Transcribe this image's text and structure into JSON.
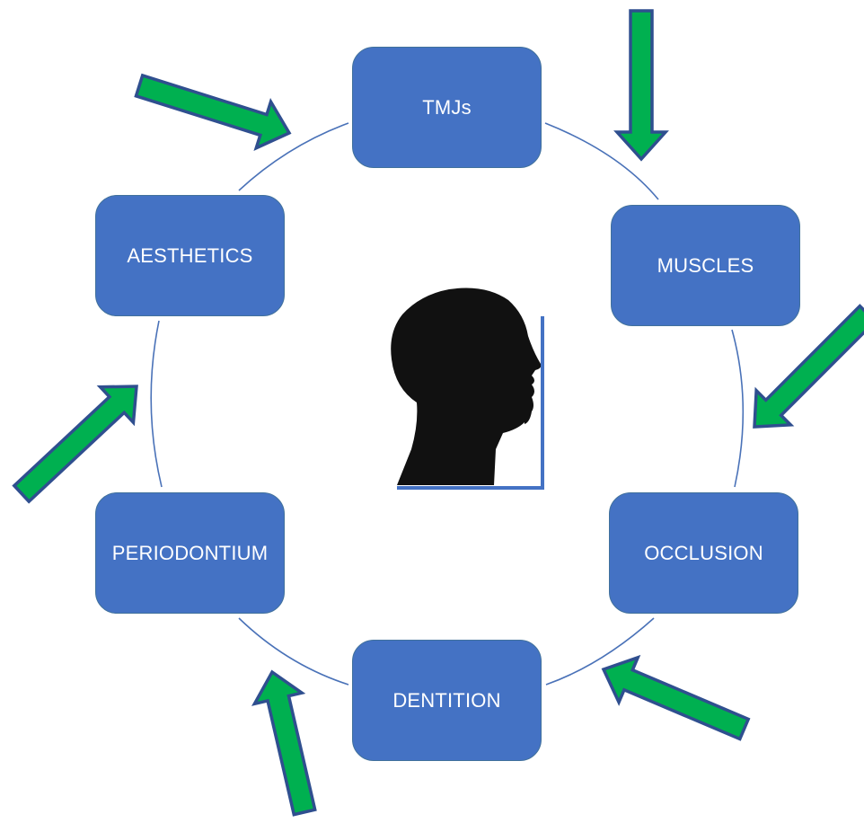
{
  "colors": {
    "node_fill": "#4472c4",
    "node_text": "#ffffff",
    "ring_line": "#4a72b8",
    "arrow_fill": "#00b050",
    "arrow_stroke": "#2f4f8f",
    "silhouette": "#111111",
    "profile_frame": "#4472c4"
  },
  "nodes": {
    "tmjs": {
      "label": "TMJs"
    },
    "muscles": {
      "label": "MUSCLES"
    },
    "occlusion": {
      "label": "OCCLUSION"
    },
    "dentition": {
      "label": "DENTITION"
    },
    "periodontium": {
      "label": "PERIODONTIUM"
    },
    "aesthetics": {
      "label": "AESTHETICS"
    }
  },
  "arrows": [
    {
      "target": "tmjs",
      "icon": "green-block-arrow"
    },
    {
      "target": "muscles",
      "icon": "green-block-arrow"
    },
    {
      "target": "occlusion",
      "icon": "green-block-arrow"
    },
    {
      "target": "dentition",
      "icon": "green-block-arrow"
    },
    {
      "target": "periodontium",
      "icon": "green-block-arrow"
    },
    {
      "target": "aesthetics",
      "icon": "green-block-arrow"
    }
  ],
  "center_icon": "head-profile-silhouette-icon"
}
